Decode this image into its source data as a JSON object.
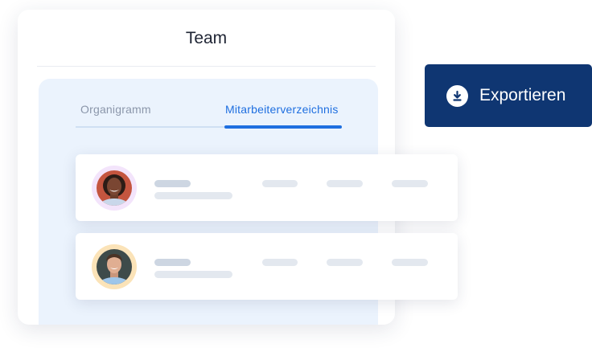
{
  "card": {
    "title": "Team"
  },
  "tabs": [
    {
      "label": "Organigramm",
      "active": false
    },
    {
      "label": "Mitarbeiterverzeichnis",
      "active": true
    }
  ],
  "colors": {
    "accent": "#1f6fe0",
    "button": "#0f3672",
    "panel": "#ebf3fd"
  },
  "rows": [
    {
      "avatar": "woman-avatar",
      "ring_color": "#f3e4fb"
    },
    {
      "avatar": "man-avatar",
      "ring_color": "#fbe3b8"
    }
  ],
  "export_button": {
    "label": "Exportieren",
    "icon": "download-icon"
  }
}
